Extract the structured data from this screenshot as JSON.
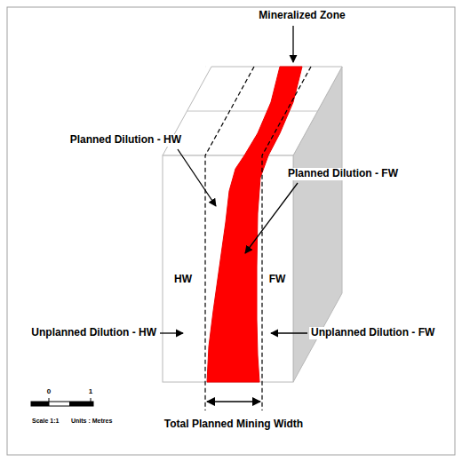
{
  "diagram": {
    "labels": [
      "Mineralized Zone",
      "Planned Dilution - HW",
      "Planned Dilution - FW",
      "HW",
      "FW",
      "Unplanned Dilution - HW",
      "Unplanned Dilution - FW",
      "Total Planned Mining Width",
      "0",
      "1",
      "Scale 1:1",
      "Units : Metres"
    ]
  }
}
